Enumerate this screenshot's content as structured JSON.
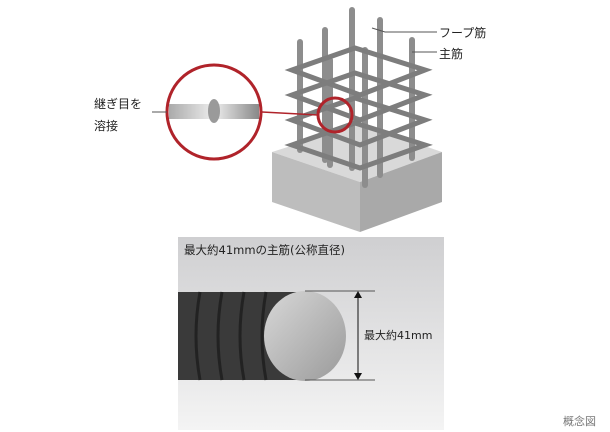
{
  "labels": {
    "hoop": "フープ筋",
    "main_bar": "主筋",
    "weld_line1": "継ぎ目を",
    "weld_line2": "溶接",
    "photo_title": "最大約41mmの主筋(公称直径)",
    "dimension": "最大約41mm",
    "concept": "概念図"
  },
  "colors": {
    "highlight_circle": "#b0232a",
    "concrete": "#c9c9c9",
    "rebar": "#8a8a8a"
  }
}
